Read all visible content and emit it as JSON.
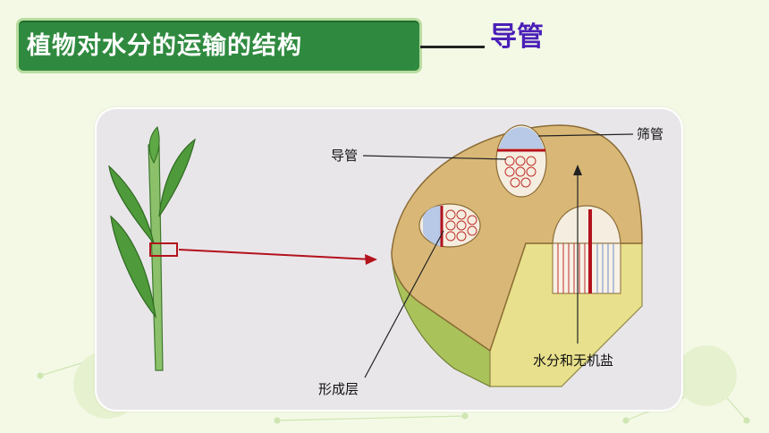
{
  "header": {
    "title": "植物对水分的运输的结构",
    "callout": "导管"
  },
  "diagram": {
    "labels": {
      "xylem": "导管",
      "phloem": "筛管",
      "cambium": "形成层",
      "water_minerals": "水分和无机盐"
    }
  },
  "colors": {
    "title_bg": "#2f8a3f",
    "callout_text": "#4a1fb8",
    "leaf_green": "#4f9a3a",
    "section_tan": "#d9b877",
    "arrow_red": "#b3121c"
  }
}
